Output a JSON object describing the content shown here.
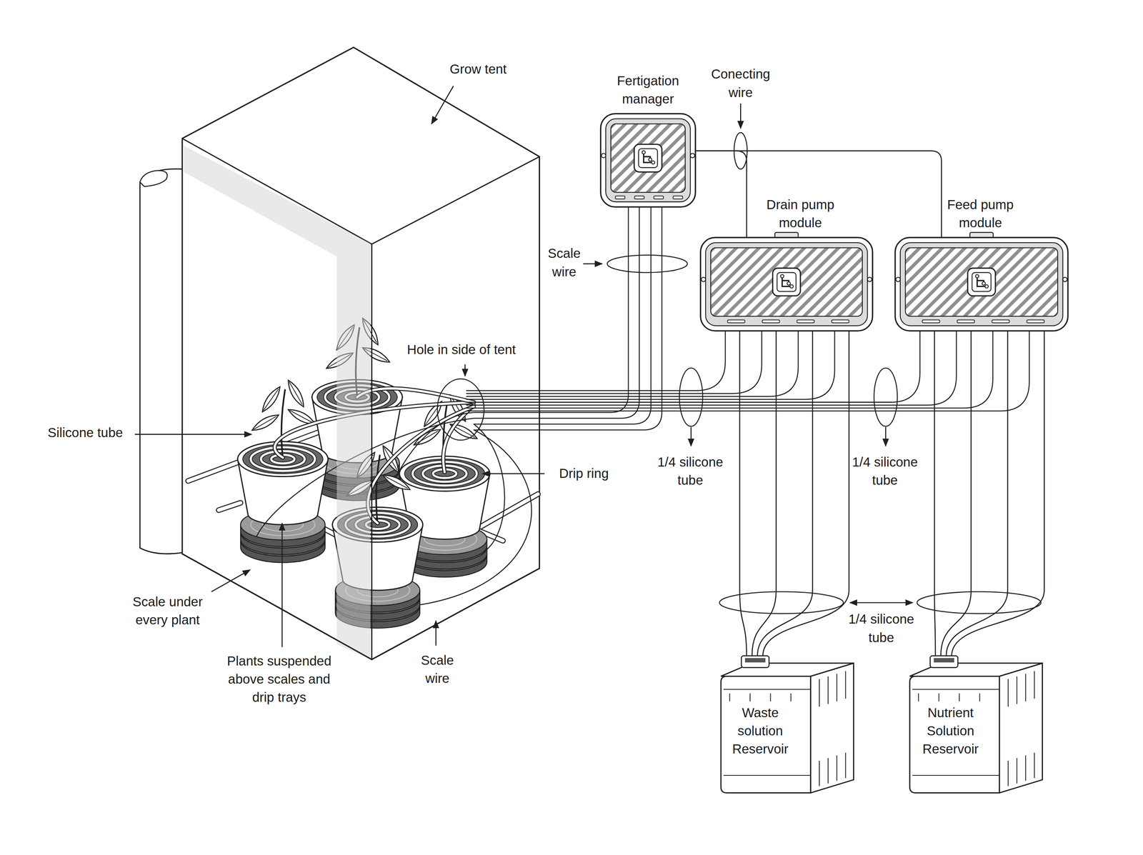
{
  "diagram": {
    "nodes": [
      {
        "text": [
          "Fertigation manager"
        ]
      },
      {
        "text": [
          "Drain pump module"
        ]
      },
      {
        "text": [
          "Feed pump module"
        ]
      },
      {
        "text": [
          "Waste solution Reservoir"
        ]
      },
      {
        "text": [
          "Nutrient Solution Reservoir"
        ]
      }
    ],
    "edges": [
      {
        "from": 0,
        "to": 1,
        "arrow": "none"
      },
      {
        "from": 0,
        "to": 2,
        "arrow": "none"
      },
      {
        "from": 1,
        "to": 3,
        "arrow": "none"
      },
      {
        "from": 2,
        "to": 4,
        "arrow": "none"
      }
    ],
    "labels": [
      "Grow tent",
      "Conecting wire",
      "Scale wire",
      "Hole in side of tent",
      "Silicone tube",
      "1/4 silicone tube",
      "1/4 silicone tube",
      "Drip ring",
      "Scale under every plant",
      "1/4 silicone tube",
      "Plants suspended above scales and drip trays",
      "Scale wire"
    ]
  }
}
